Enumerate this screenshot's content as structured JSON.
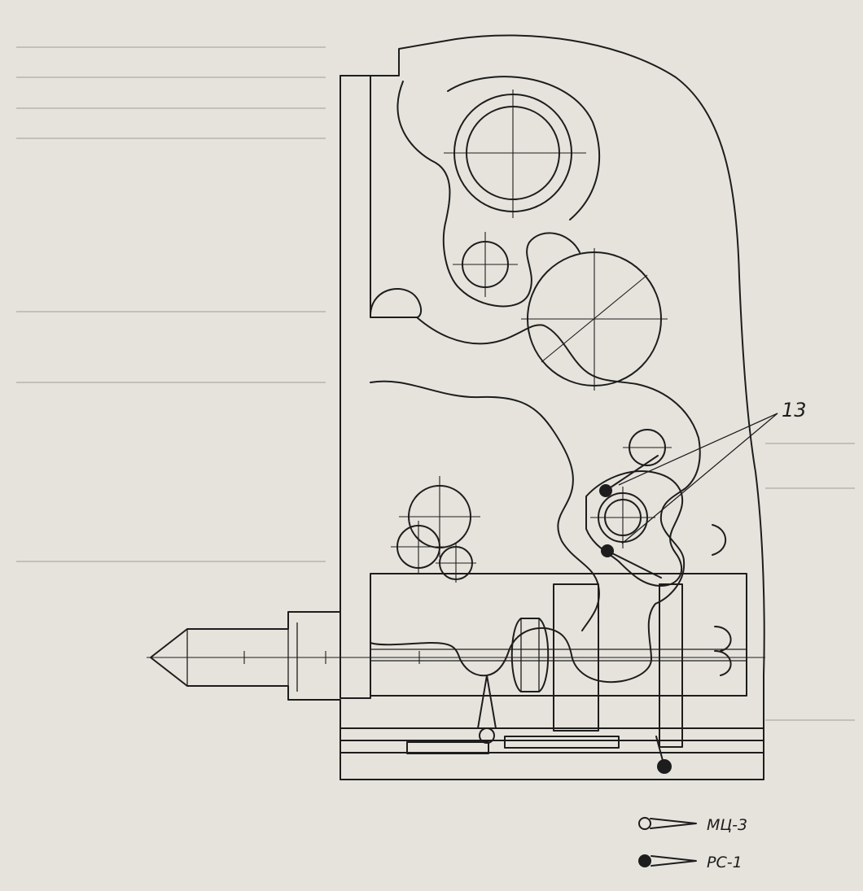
{
  "figure": {
    "callout_number": "13",
    "legend": [
      {
        "key": "open",
        "text": "МЦ-3"
      },
      {
        "key": "filled",
        "text": "РС-1"
      }
    ]
  },
  "colors": {
    "ink": "#1d1d1d",
    "paper": "#e6e3dc",
    "bleed_through": "#b9b5ad"
  }
}
